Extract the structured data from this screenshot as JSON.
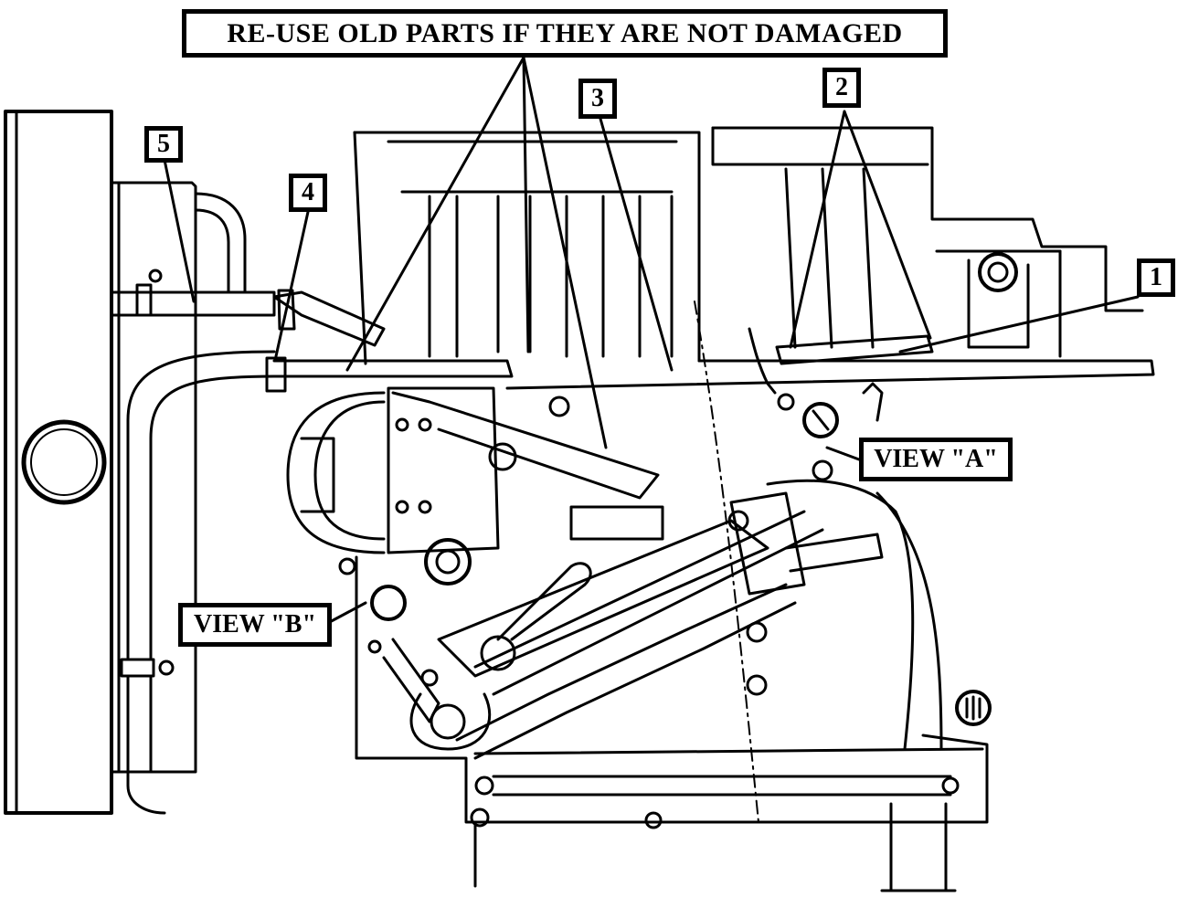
{
  "note": "RE-USE OLD PARTS IF THEY ARE NOT DAMAGED",
  "callouts": [
    "1",
    "2",
    "3",
    "4",
    "5"
  ],
  "views": [
    "VIEW \"A\"",
    "VIEW \"B\""
  ]
}
